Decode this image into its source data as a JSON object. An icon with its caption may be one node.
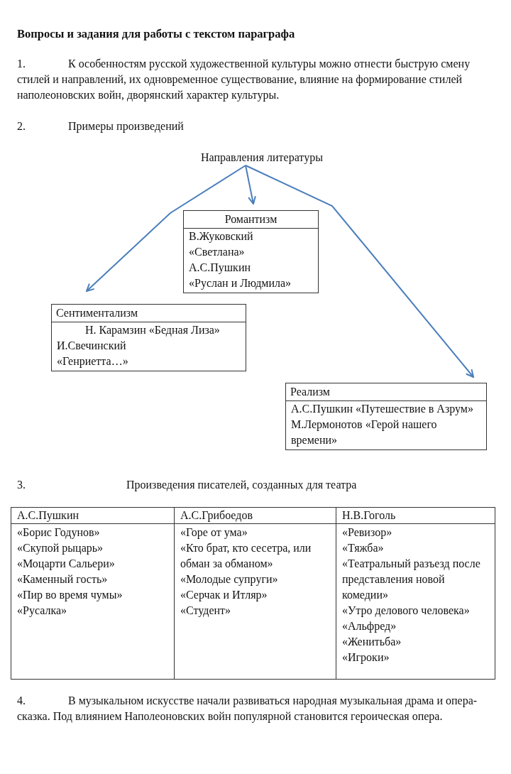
{
  "diagram": {
    "nodes": [
      {
        "text": [
          "Направления литературы"
        ]
      },
      {
        "text": [
          "Романтизм",
          "В.Жуковский",
          "«Светлана»",
          "А.С.Пушкин",
          "«Руслан и Людмила»"
        ]
      },
      {
        "text": [
          "Сентиментализм",
          "Н. Карамзин «Бедная Лиза»",
          "И.Свечинский",
          "«Генриетта…»"
        ]
      },
      {
        "text": [
          "Реализм",
          "А.С.Пушкин «Путешествие в Азрум»",
          "М.Лермонотов «Герой нашего времени»"
        ]
      }
    ],
    "edges": [
      {
        "from": 0,
        "to": 1,
        "arrow": "to"
      },
      {
        "from": 0,
        "to": 2,
        "arrow": "to"
      },
      {
        "from": 0,
        "to": 3,
        "arrow": "to"
      }
    ],
    "labels": [
      "Вопросы и задания для работы с текстом параграфа",
      "1.",
      "К особенностям русской художественной культуры можно отнести быструю смену стилей и направлений, их одновременное существование, влияние на формирование стилей наполеоновских войн, дворянский характер культуры.",
      "2.",
      "Примеры произведений",
      "3.",
      "Произведения писателей, созданных для театра",
      "А.С.Пушкин",
      "А.С.Грибоедов",
      "Н.В.Гоголь",
      "«Борис Годунов»",
      "«Скупой рыцарь»",
      "«Моцарти Сальери»",
      "«Каменный гость»",
      "«Пир во время чумы»",
      "«Русалка»",
      "«Горе от ума»",
      "«Кто брат, кто сесетра, или обман за обманом»",
      "«Молодые супруги»",
      "«Серчак и Итляр»",
      "«Студент»",
      "«Ревизор»",
      "«Тяжба»",
      "«Театральный разъезд после представления новой комедии»",
      "«Утро делового человека»",
      "«Альфред»",
      "«Женитьба»",
      "«Игроки»",
      "4.",
      "В музыкальном искусстве начали развиваться народная музыкальная драма и опера-сказка. Под влиянием  Наполеоновских войн популярной становится героическая опера."
    ]
  }
}
